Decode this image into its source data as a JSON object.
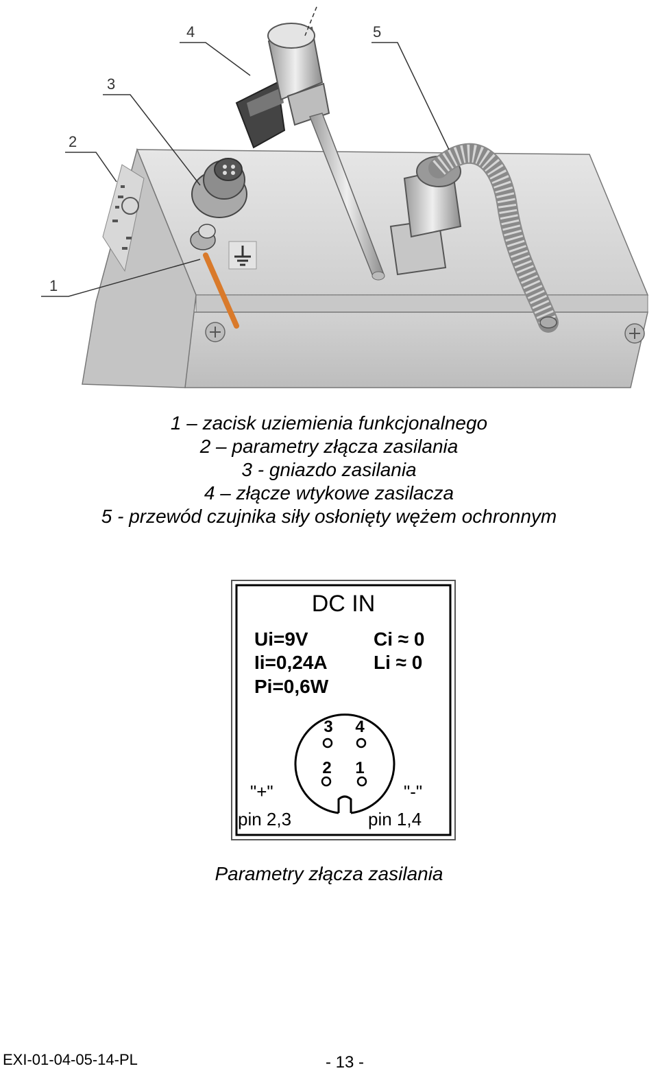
{
  "figure": {
    "callouts": [
      "1",
      "2",
      "3",
      "4",
      "5"
    ]
  },
  "legend": [
    "1 – zacisk uziemienia funkcjonalnego",
    "2 – parametry złącza zasilania",
    "3 - gniazdo zasilania",
    "4 – złącze wtykowe zasilacza",
    "5 - przewód czujnika siły osłonięty wężem ochronnym"
  ],
  "plate": {
    "title": "DC   IN",
    "ui": "Ui=9V",
    "ii": "Ii=0,24A",
    "pi": "Pi=0,6W",
    "ci": "Ci ≈ 0",
    "li": "Li ≈ 0",
    "pins": {
      "p3": "3",
      "p4": "4",
      "p2": "2",
      "p1": "1"
    },
    "plus_label": "\"+\"",
    "minus_label": "\"-\"",
    "plus_pins": "pin 2,3",
    "minus_pins": "pin 1,4"
  },
  "caption": "Parametry złącza zasilania",
  "footer": {
    "doc_id": "EXI-01-04-05-14-PL",
    "page": "- 13 -"
  },
  "colors": {
    "housing": "#dcdcdc",
    "housing_shadow": "#b9b9b9",
    "ground_wire": "#e07b2c",
    "outline": "#333333"
  }
}
